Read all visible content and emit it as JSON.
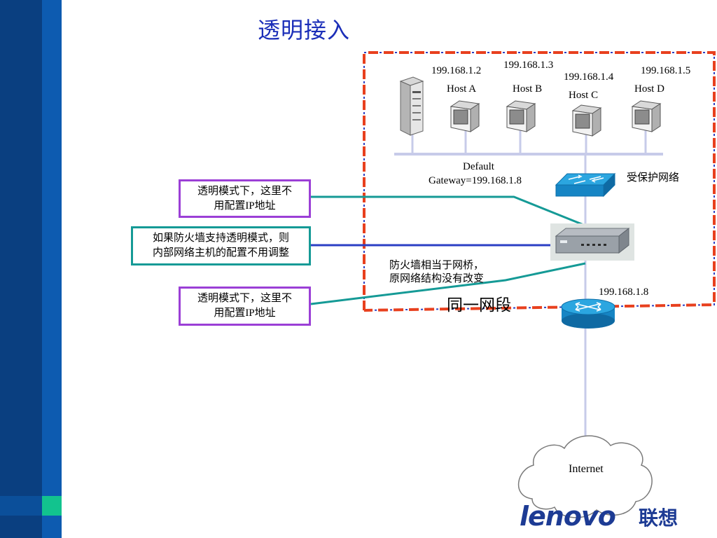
{
  "slide": {
    "title": "透明接入",
    "brand": {
      "logo_text": "lenovo",
      "logo_cn": "联想",
      "color": "#1d3b94"
    },
    "colors": {
      "sidebar_dark": "#0a3f80",
      "sidebar_light": "#0d5bb0",
      "accent": "#12c38e",
      "title": "#1b2eb8",
      "zone_red": "#e8401e",
      "zone_blue": "#2b3fc4",
      "callout_purple": "#9b3fd6",
      "callout_teal": "#159a96"
    }
  },
  "hosts": [
    {
      "ip": "199.168.1.2",
      "name": "Host A"
    },
    {
      "ip": "199.168.1.3",
      "name": "Host B"
    },
    {
      "ip": "199.168.1.4",
      "name": "Host C"
    },
    {
      "ip": "199.168.1.5",
      "name": "Host D"
    }
  ],
  "gateway": {
    "line1": "Default",
    "line2": "Gateway=199.168.1.8"
  },
  "protected_network": "受保护网络",
  "firewall_note": {
    "line1": "防火墙相当于网桥，",
    "line2": "原网络结构没有改变"
  },
  "router_ip": "199.168.1.8",
  "same_segment": "同一网段",
  "internet": "Internet",
  "callouts": [
    {
      "line1": "透明模式下，这里不",
      "line2": "用配置IP地址"
    },
    {
      "line1": "如果防火墙支持透明模式，则",
      "line2": "内部网络主机的配置不用调整"
    },
    {
      "line1": "透明模式下，这里不",
      "line2": "用配置IP地址"
    }
  ]
}
